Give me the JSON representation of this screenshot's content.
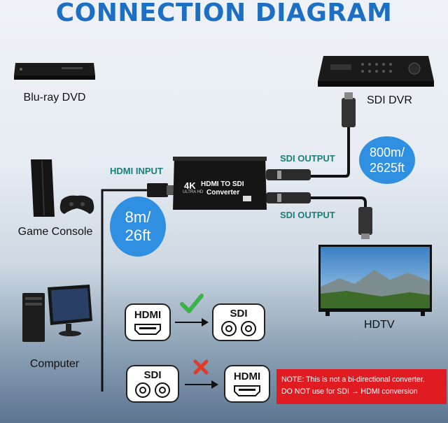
{
  "title": "CONNECTION DIAGRAM",
  "devices": {
    "bluray": "Blu-ray DVD",
    "console": "Game Console",
    "computer": "Computer",
    "sdi_dvr": "SDI DVR",
    "hdtv": "HDTV"
  },
  "ports": {
    "hdmi_input": "HDMI INPUT",
    "sdi_output_1": "SDI OUTPUT",
    "sdi_output_2": "SDI OUTPUT"
  },
  "converter": {
    "badge": "4K",
    "badge_sub": "ULTRA HD",
    "line1": "HDMI TO SDI",
    "line2": "Converter"
  },
  "distances": {
    "hdmi_line1": "8m/",
    "hdmi_line2": "26ft",
    "sdi_line1": "800m/",
    "sdi_line2": "2625ft"
  },
  "legend": {
    "row1_from": "HDMI",
    "row1_to": "SDI",
    "row1_status": "check-icon",
    "row2_from": "SDI",
    "row2_to": "HDMI",
    "row2_status": "cross-icon"
  },
  "note": {
    "line1": "NOTE: This is not a bi-directional converter.",
    "line2": "DO NOT use for SDI → HDMI conversion"
  },
  "colors": {
    "title": "#1d6fc4",
    "port_label": "#1a7f78",
    "bubble": "#2f8fe0",
    "note_bg": "#e01b22",
    "check": "#3cb34a",
    "cross": "#e03a2a"
  }
}
